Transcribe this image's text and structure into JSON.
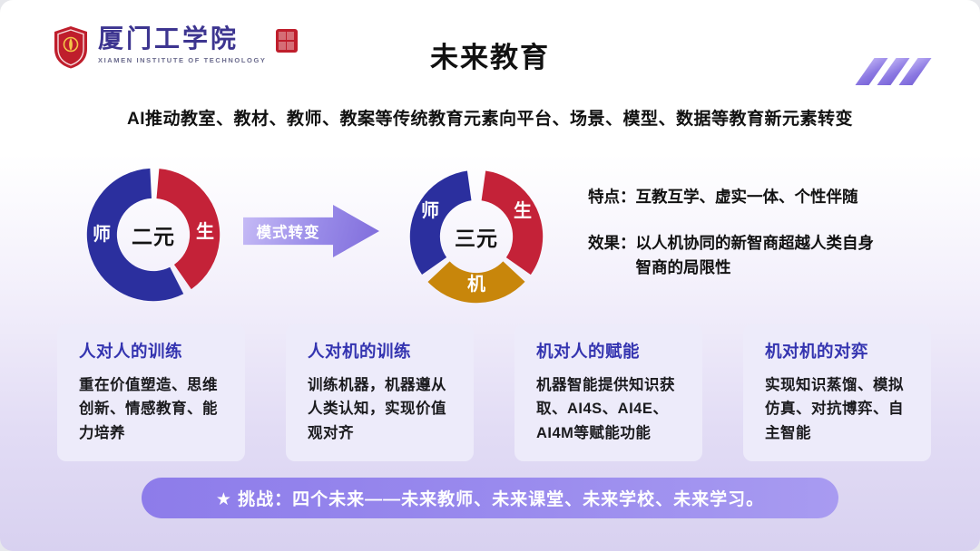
{
  "header": {
    "logo": {
      "institution_cn": "厦门工学院",
      "institution_en": "XIAMEN INSTITUTE OF TECHNOLOGY"
    },
    "title": "未来教育"
  },
  "subtitle": "AI推动教室、教材、教师、教案等传统教育元素向平台、场景、模型、数据等教育新元素转变",
  "diagram": {
    "left_donut": {
      "center": "二元",
      "segments": [
        {
          "label": "师",
          "color": "#2b2f9e"
        },
        {
          "label": "生",
          "color": "#c42238"
        }
      ]
    },
    "arrow_label": "模式转变",
    "right_donut": {
      "center": "三元",
      "segments": [
        {
          "label": "师",
          "color": "#2b2f9e"
        },
        {
          "label": "生",
          "color": "#c42238"
        },
        {
          "label": "机",
          "color": "#c8860b"
        }
      ]
    },
    "notes": [
      {
        "label": "特点：",
        "text": "互教互学、虚实一体、个性伴随"
      },
      {
        "label": "效果：",
        "text": "以人机协同的新智商超越人类自身智商的局限性"
      }
    ]
  },
  "cards": [
    {
      "title": "人对人的训练",
      "body": "重在价值塑造、思维创新、情感教育、能力培养"
    },
    {
      "title": "人对机的训练",
      "body": "训练机器，机器遵从人类认知，实现价值观对齐"
    },
    {
      "title": "机对人的赋能",
      "body": "机器智能提供知识获取、AI4S、AI4E、AI4M等赋能功能"
    },
    {
      "title": "机对机的对弈",
      "body": "实现知识蒸馏、模拟仿真、对抗博弈、自主智能"
    }
  ],
  "footer": {
    "banner": "★ 挑战：四个未来——未来教师、未来课堂、未来学校、未来学习。"
  },
  "colors": {
    "teacher_blue": "#2b2f9e",
    "student_red": "#c42238",
    "machine_gold": "#c8860b",
    "card_title_purple": "#3434b0",
    "banner_purple": "#8d7cea"
  }
}
